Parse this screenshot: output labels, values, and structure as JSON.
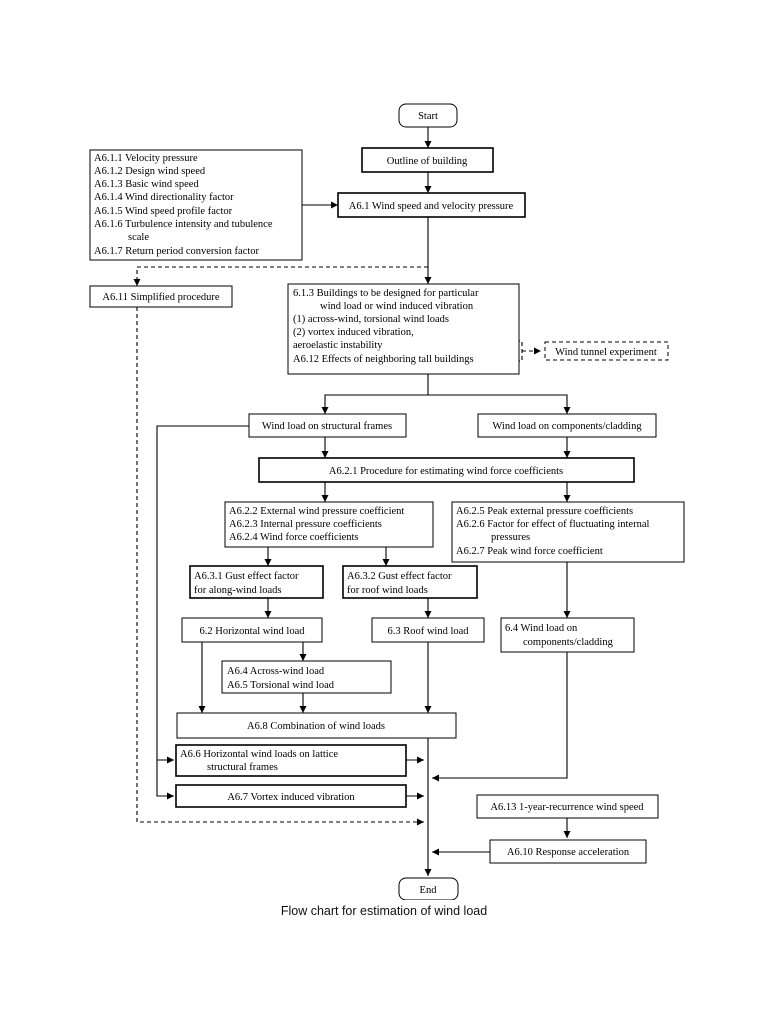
{
  "caption": "Flow chart for estimation of wind load",
  "nodes": {
    "start": "Start",
    "outline": "Outline of building",
    "velocity_list": [
      "A6.1.1 Velocity pressure",
      "A6.1.2 Design wind speed",
      "A6.1.3 Basic wind speed",
      "A6.1.4 Wind directionality factor",
      "A6.1.5 Wind speed profile factor",
      "A6.1.6 Turbulence intensity and tubulence",
      "scale",
      "A6.1.7 Return period conversion factor"
    ],
    "a61": "A6.1 Wind speed and velocity pressure",
    "a611": "A6.11 Simplified procedure",
    "particular": [
      "6.1.3 Buildings to be designed for particular",
      "wind load or wind induced vibration",
      "(1) across-wind, torsional wind loads",
      "(2) vortex induced vibration,",
      "aeroelastic instability",
      "A6.12 Effects of neighboring tall buildings"
    ],
    "tunnel": "Wind tunnel experiment",
    "frames": "Wind load on structural frames",
    "cladding": "Wind load on components/cladding",
    "a621": "A6.2.1 Procedure for estimating wind force coefficients",
    "coef_left": [
      "A6.2.2 External wind pressure coefficient",
      "A6.2.3 Internal pressure coefficients",
      "A6.2.4 Wind force coefficients"
    ],
    "coef_right": [
      "A6.2.5 Peak external pressure coefficients",
      "A6.2.6 Factor for effect of fluctuating internal",
      "pressures",
      "A6.2.7 Peak wind force coefficient"
    ],
    "gust_along": [
      "A6.3.1 Gust effect factor",
      "for along-wind loads"
    ],
    "gust_roof": [
      "A6.3.2 Gust effect factor",
      "for roof wind loads"
    ],
    "horizontal": "6.2 Horizontal wind load",
    "roof": "6.3 Roof wind load",
    "comp": [
      "6.4 Wind load on",
      "components/cladding"
    ],
    "across": [
      "A6.4 Across-wind load",
      "A6.5 Torsional wind load"
    ],
    "combination": "A6.8 Combination of wind loads",
    "lattice": [
      "A6.6 Horizontal wind loads on lattice",
      "structural frames"
    ],
    "vortex": "A6.7 Vortex induced vibration",
    "recurrence": "A6.13 1-year-recurrence wind speed",
    "response": "A6.10 Response acceleration",
    "end": "End"
  }
}
